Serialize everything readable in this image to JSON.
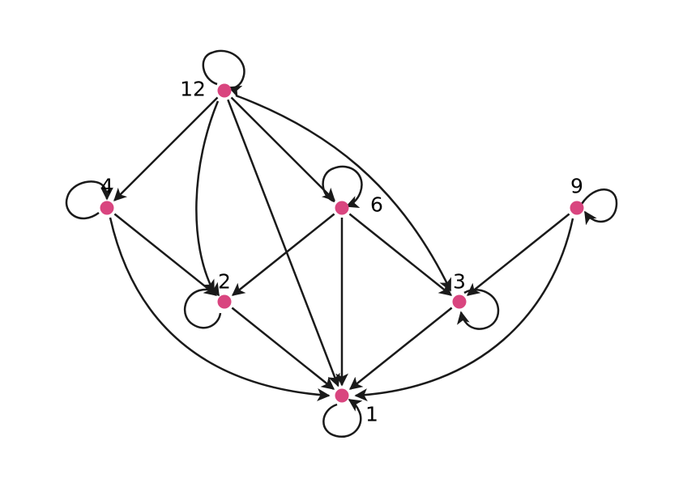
{
  "graph": {
    "colors": {
      "node": "#d9457f",
      "edge": "#1a1a1a",
      "label": "#000000"
    },
    "nodes": [
      {
        "id": "12",
        "label": "12"
      },
      {
        "id": "4",
        "label": "4"
      },
      {
        "id": "6",
        "label": "6"
      },
      {
        "id": "9",
        "label": "9"
      },
      {
        "id": "2",
        "label": "2"
      },
      {
        "id": "3",
        "label": "3"
      },
      {
        "id": "1",
        "label": "1"
      }
    ],
    "edges": [
      {
        "from": "12",
        "to": "12"
      },
      {
        "from": "12",
        "to": "4"
      },
      {
        "from": "12",
        "to": "2"
      },
      {
        "from": "12",
        "to": "1"
      },
      {
        "from": "12",
        "to": "6"
      },
      {
        "from": "12",
        "to": "3"
      },
      {
        "from": "4",
        "to": "4"
      },
      {
        "from": "4",
        "to": "2"
      },
      {
        "from": "4",
        "to": "1"
      },
      {
        "from": "6",
        "to": "6"
      },
      {
        "from": "6",
        "to": "2"
      },
      {
        "from": "6",
        "to": "1"
      },
      {
        "from": "6",
        "to": "3"
      },
      {
        "from": "9",
        "to": "9"
      },
      {
        "from": "9",
        "to": "3"
      },
      {
        "from": "9",
        "to": "1"
      },
      {
        "from": "2",
        "to": "2"
      },
      {
        "from": "2",
        "to": "1"
      },
      {
        "from": "3",
        "to": "3"
      },
      {
        "from": "3",
        "to": "1"
      },
      {
        "from": "1",
        "to": "1"
      }
    ]
  }
}
